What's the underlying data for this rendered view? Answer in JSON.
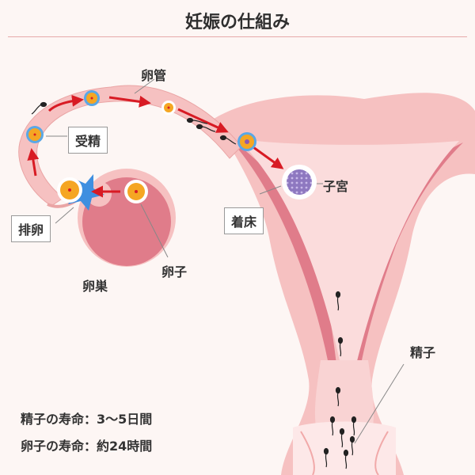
{
  "title": "妊娠の仕組み",
  "labels": {
    "oviduct": "卵管",
    "fertilization": "受精",
    "uterus": "子宮",
    "ovulation": "排卵",
    "implantation": "着床",
    "egg": "卵子",
    "ovary": "卵巣",
    "sperm": "精子"
  },
  "lifespan": {
    "sperm": "精子の寿命：3～5日間",
    "egg": "卵子の寿命：約24時間"
  },
  "colors": {
    "uterus_light": "#f6c1c1",
    "uterus_dark": "#e07c8a",
    "arrow": "#d81b24",
    "egg_orange": "#f5a623",
    "embryo_purple": "#8e78c0"
  }
}
